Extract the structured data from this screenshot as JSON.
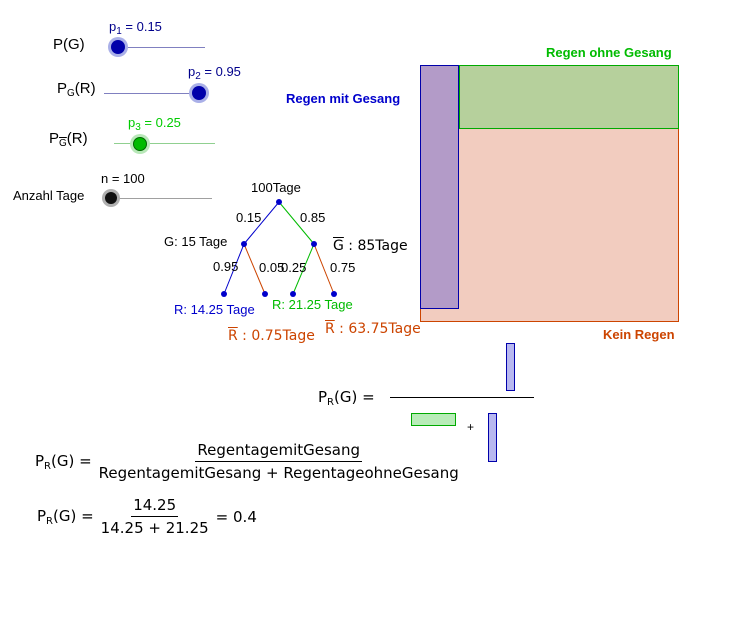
{
  "sliders": {
    "pg": {
      "label_main": "P(G)",
      "value_text": "p",
      "value_sub": "1",
      "value_rest": " = 0.15",
      "value": 0.15,
      "color": "#00008b"
    },
    "pgr": {
      "label_main": "P",
      "label_sub": "G",
      "label_rest": "(R)",
      "value_text": "p",
      "value_sub": "2",
      "value_rest": " = 0.95",
      "value": 0.95,
      "color": "#00008b"
    },
    "pngr": {
      "label_main": "P",
      "label_sub": "G",
      "label_rest": "(R)",
      "value_text": "p",
      "value_sub": "3",
      "value_rest": " = 0.25",
      "value": 0.25,
      "color": "#00cc00"
    },
    "days": {
      "label": "Anzahl Tage",
      "value_text": "n = 100",
      "value": 100,
      "color": "#000000"
    }
  },
  "tree": {
    "root": "100Tage",
    "p_g": "0.15",
    "p_ng": "0.85",
    "g_label": "G: 15 Tage",
    "ng_label": "G",
    "ng_label_rest": " : 85Tage",
    "p_g_r": "0.95",
    "p_g_nr": "0.05",
    "p_ng_r": "0.25",
    "p_ng_nr": "0.75",
    "g_r_label": "R: 14.25 Tage",
    "g_nr_label": "R",
    "g_nr_label_rest": " : 0.75Tage",
    "ng_r_label": "R: 21.25 Tage",
    "ng_nr_label": "R",
    "ng_nr_label_rest": " : 63.75Tage"
  },
  "square": {
    "regen_mit_gesang": "Regen mit Gesang",
    "regen_ohne_gesang": "Regen ohne Gesang",
    "kein_regen": "Kein Regen",
    "p_g": 0.15,
    "p_g_r": 0.95,
    "p_ng_r": 0.25
  },
  "formulas": {
    "pr_g": "P",
    "pr_g_sub": "R",
    "pr_g_rest": "(G) =",
    "plus": "+",
    "f2_num": "RegentagemitGesang",
    "f2_den": "RegentagemitGesang + RegentageohneGesang",
    "f3_num": "14.25",
    "f3_den": "14.25 + 21.25",
    "f3_result": "= 0.4"
  },
  "colors": {
    "blue": "#0000cc",
    "green": "#00bb00",
    "orange": "#cc4400",
    "purple_fill": "#b39bc8",
    "green_fill": "#b6d09c",
    "salmon_fill": "#f2ccbf"
  }
}
